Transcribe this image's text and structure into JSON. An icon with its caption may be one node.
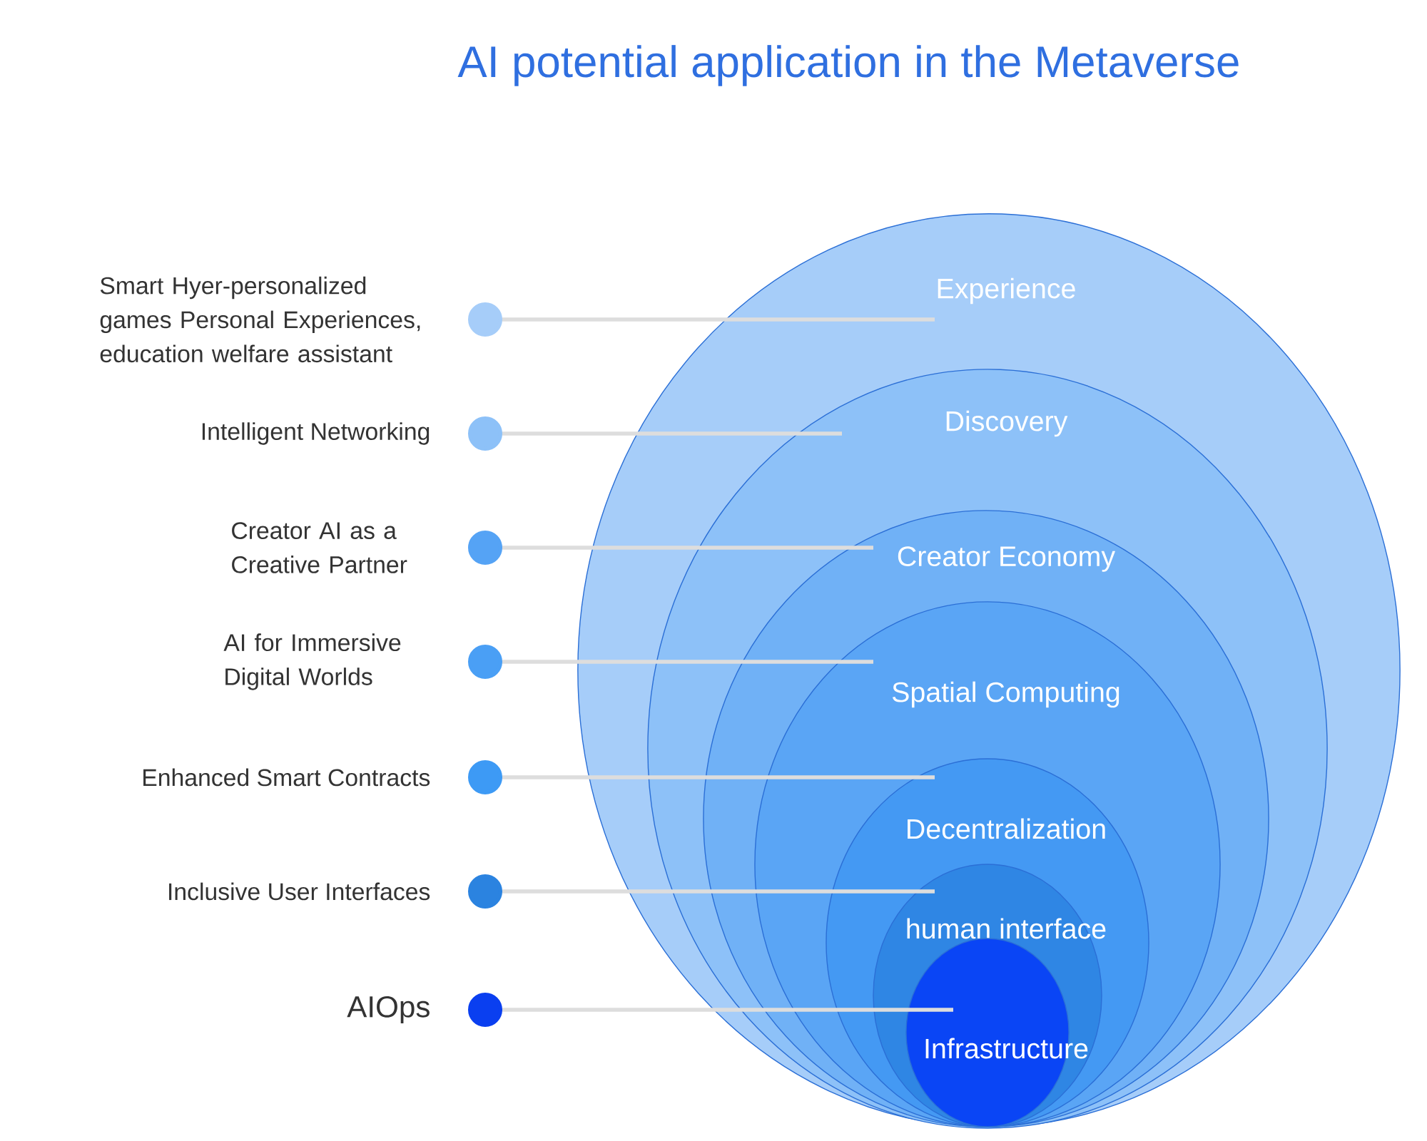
{
  "diagram": {
    "title": "AI potential application in the Metaverse",
    "nodes": [
      {
        "text": [
          "Experience"
        ]
      },
      {
        "text": [
          "Discovery"
        ],
        "in": 0
      },
      {
        "text": [
          "Creator Economy"
        ],
        "in": 1
      },
      {
        "text": [
          "Spatial Computing"
        ],
        "in": 2
      },
      {
        "text": [
          "Decentralization"
        ],
        "in": 3
      },
      {
        "text": [
          "human interface"
        ],
        "in": 4
      },
      {
        "text": [
          "Infrastructure"
        ],
        "in": 5
      },
      {
        "text": [
          "Smart Hyer-personalized games Personal Experiences, education welfare assistant"
        ]
      },
      {
        "text": [
          "Intelligent Networking"
        ]
      },
      {
        "text": [
          "Creator AI as a Creative Partner"
        ]
      },
      {
        "text": [
          "AI for Immersive Digital Worlds"
        ]
      },
      {
        "text": [
          "Enhanced Smart Contracts"
        ]
      },
      {
        "text": [
          "Inclusive User Interfaces"
        ]
      },
      {
        "text": [
          "AIOps"
        ]
      }
    ],
    "edges": [
      {
        "from": 7,
        "to": 0,
        "arrow": "other"
      },
      {
        "from": 8,
        "to": 1,
        "arrow": "other"
      },
      {
        "from": 9,
        "to": 2,
        "arrow": "other"
      },
      {
        "from": 10,
        "to": 3,
        "arrow": "other"
      },
      {
        "from": 11,
        "to": 4,
        "arrow": "other"
      },
      {
        "from": 12,
        "to": 5,
        "arrow": "other"
      },
      {
        "from": 13,
        "to": 6,
        "arrow": "other"
      }
    ]
  }
}
